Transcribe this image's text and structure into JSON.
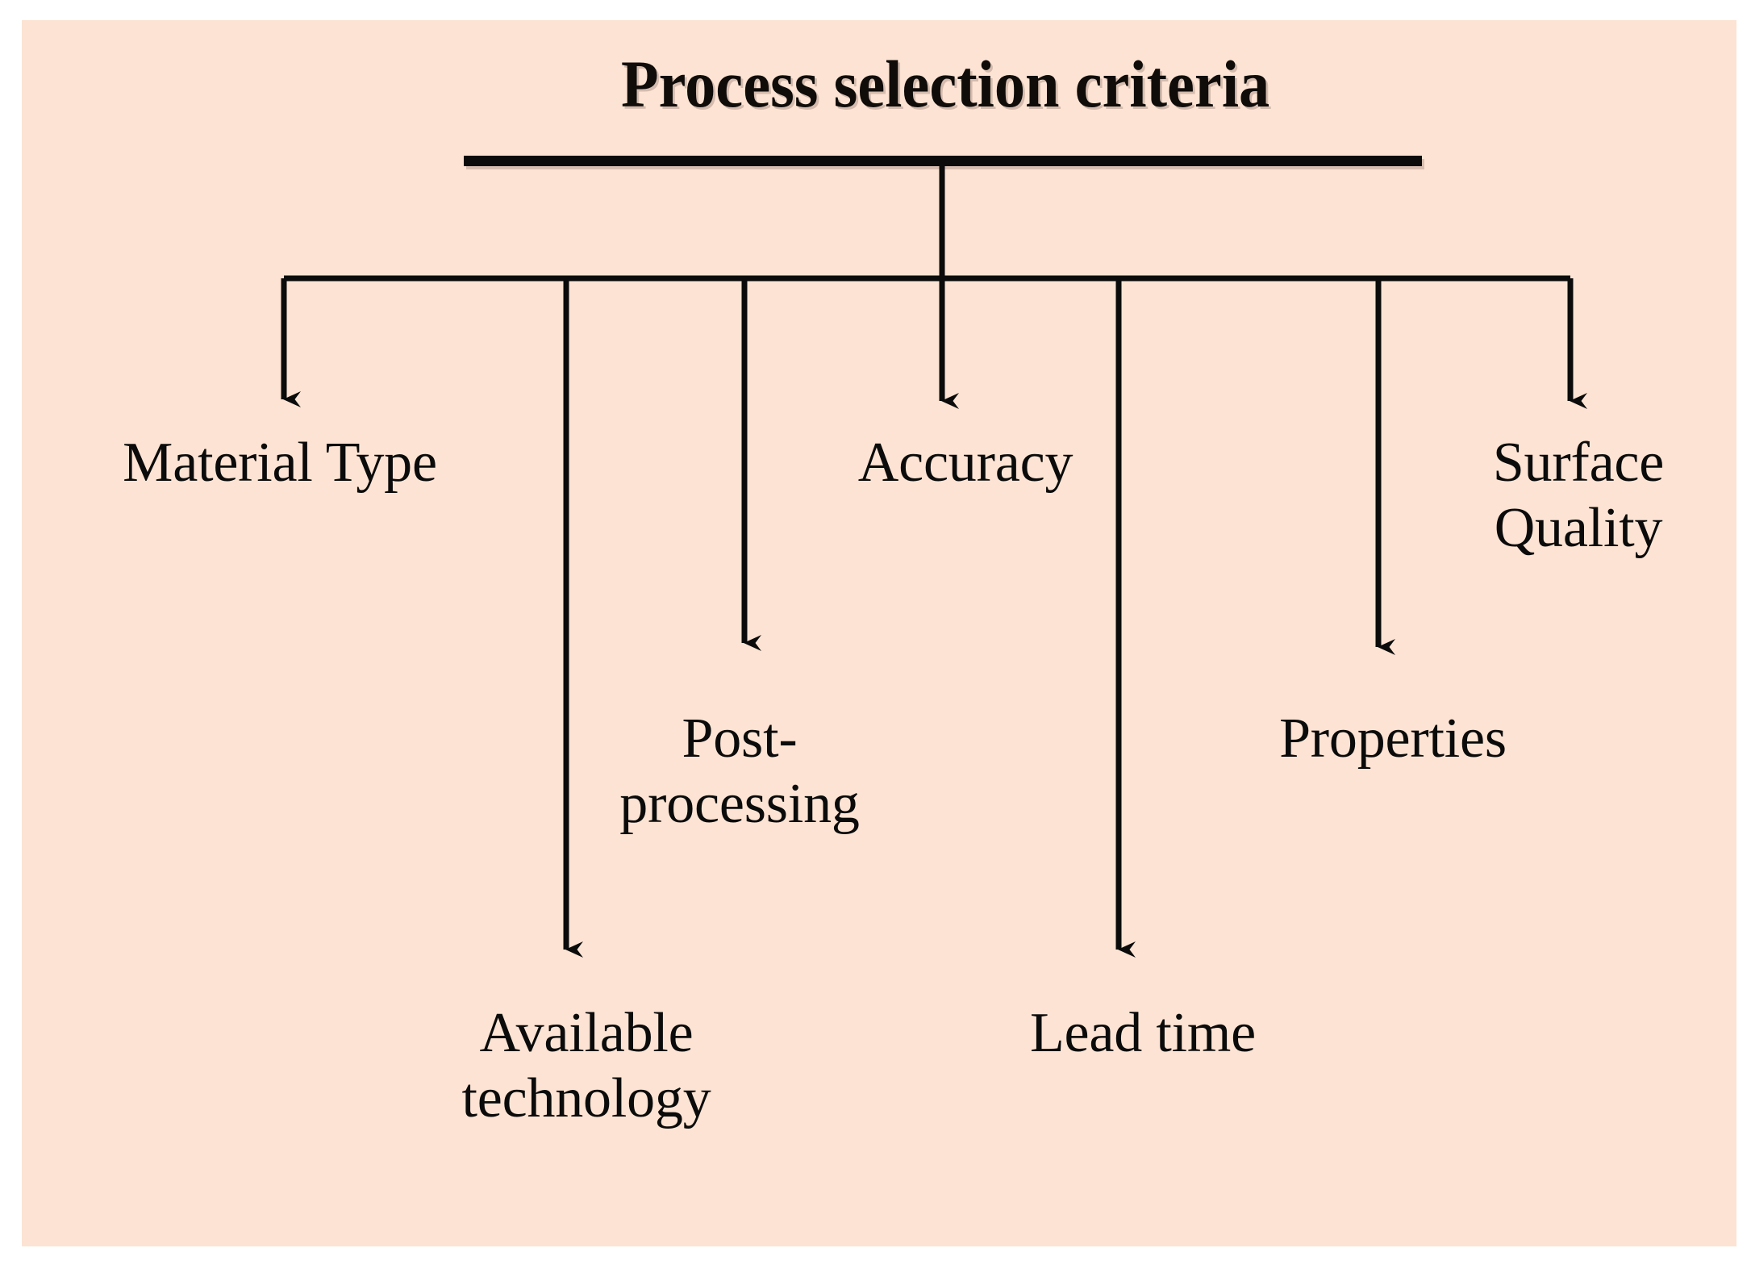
{
  "figure": {
    "kind": "tree-diagram",
    "background_color": "#FCE3D3",
    "line_color": "#0B0B0B",
    "text_color": "#0B0B0B",
    "page_background": "#FFFFFF"
  },
  "title": {
    "text": "Process selection criteria",
    "underlined": true,
    "bold": true
  },
  "nodes": [
    {
      "id": "material-type",
      "label": "Material Type",
      "lines": [
        "Material Type"
      ]
    },
    {
      "id": "available-technology",
      "label": "Available technology",
      "lines": [
        "Available",
        "technology"
      ]
    },
    {
      "id": "post-processing",
      "label": "Post-processing",
      "lines": [
        "Post-",
        "processing"
      ]
    },
    {
      "id": "accuracy",
      "label": "Accuracy",
      "lines": [
        "Accuracy"
      ]
    },
    {
      "id": "lead-time",
      "label": "Lead time",
      "lines": [
        "Lead time"
      ]
    },
    {
      "id": "properties",
      "label": "Properties",
      "lines": [
        "Properties"
      ]
    },
    {
      "id": "surface-quality",
      "label": "Surface Quality",
      "lines": [
        "Surface",
        "Quality"
      ]
    }
  ],
  "labels": {
    "material_type": "Material Type",
    "available_technology": "Available\ntechnology",
    "post_processing": "Post-\nprocessing",
    "accuracy": "Accuracy",
    "lead_time": "Lead time",
    "properties": "Properties",
    "surface_quality": "Surface\nQuality"
  },
  "connectors": {
    "count": 7,
    "style": "orthogonal-with-arrowheads",
    "root_stem": "vertical from title down to distribution bar",
    "distribution_bar": "horizontal bar linking all seven branches"
  }
}
